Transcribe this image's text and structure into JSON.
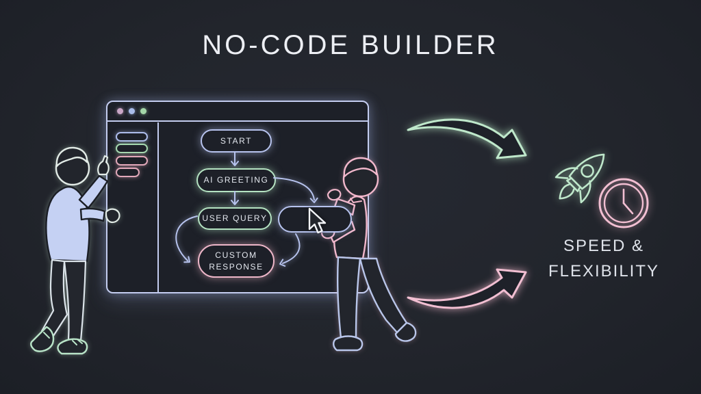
{
  "title": "NO-CODE BUILDER",
  "builder_window": {
    "window_dots": [
      {
        "name": "window-dot-pink",
        "color": "#c9a6c6"
      },
      {
        "name": "window-dot-lavender",
        "color": "#a9bce9"
      },
      {
        "name": "window-dot-green",
        "color": "#a4d6a8"
      }
    ],
    "sidebar_bars": [
      {
        "color": "#aebdec"
      },
      {
        "color": "#a5d9b0"
      },
      {
        "color": "#e2a9ba"
      },
      {
        "color": "#e2a9ba"
      }
    ],
    "flow_nodes": [
      {
        "id": "start",
        "label": "START",
        "accent": "#b7c3ee"
      },
      {
        "id": "ai-greeting",
        "label": "AI GREETING",
        "accent": "#b5e3c2"
      },
      {
        "id": "user-query",
        "label": "USER QUERY",
        "accent": "#b5e3c2"
      },
      {
        "id": "dragged-node",
        "label": "",
        "accent": "#b7c3ee"
      },
      {
        "id": "custom-response",
        "label": "CUSTOM\nRESPONSE",
        "accent": "#eeb7c9"
      }
    ]
  },
  "benefit": {
    "label": "SPEED &\nFLEXIBILITY"
  },
  "colors": {
    "background": "#22252c",
    "window_outline": "#c4cdf0",
    "lavender": "#b7c3ee",
    "green": "#b5e3c2",
    "pink": "#eeb7c9",
    "text": "#e6e9f0"
  }
}
